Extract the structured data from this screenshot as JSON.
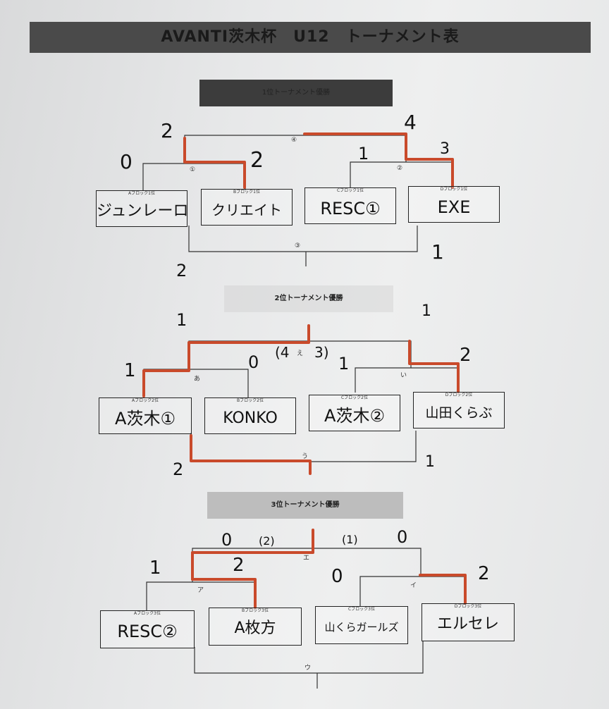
{
  "title": "AVANTI茨木杯　U12　トーナメント表",
  "sections": [
    {
      "label": "1位トーナメント優勝",
      "teams": [
        {
          "block": "Aブロック1位",
          "name": "ジュンレーロ"
        },
        {
          "block": "Bブロック1位",
          "name": "クリエイト"
        },
        {
          "block": "Cブロック1位",
          "name": "RESC①"
        },
        {
          "block": "Dブロック1位",
          "name": "EXE"
        }
      ],
      "match_labels": [
        "①",
        "②",
        "③",
        "④"
      ],
      "scores": [
        "2",
        "0",
        "2",
        "4",
        "1",
        "3",
        "2",
        "1"
      ]
    },
    {
      "label": "2位トーナメント優勝",
      "teams": [
        {
          "block": "Aブロック2位",
          "name": "A茨木①"
        },
        {
          "block": "Bブロック2位",
          "name": "KONKO"
        },
        {
          "block": "Cブロック2位",
          "name": "A茨木②"
        },
        {
          "block": "Dブロック2位",
          "name": "山田くらぶ"
        }
      ],
      "match_labels": [
        "あ",
        "い",
        "う",
        "え"
      ],
      "scores": [
        "1",
        "1",
        "1",
        "0",
        "(4",
        "3)",
        "1",
        "2",
        "2",
        "1"
      ]
    },
    {
      "label": "3位トーナメント優勝",
      "teams": [
        {
          "block": "Aブロック3位",
          "name": "RESC②"
        },
        {
          "block": "Bブロック3位",
          "name": "A枚方"
        },
        {
          "block": "Cブロック3位",
          "name": "山くらガールズ"
        },
        {
          "block": "Dブロック3位",
          "name": "エルセレ"
        }
      ],
      "match_labels": [
        "ア",
        "イ",
        "ウ",
        "エ"
      ],
      "scores": [
        "0",
        "(2)",
        "(1)",
        "0",
        "1",
        "2",
        "0",
        "2"
      ]
    }
  ]
}
